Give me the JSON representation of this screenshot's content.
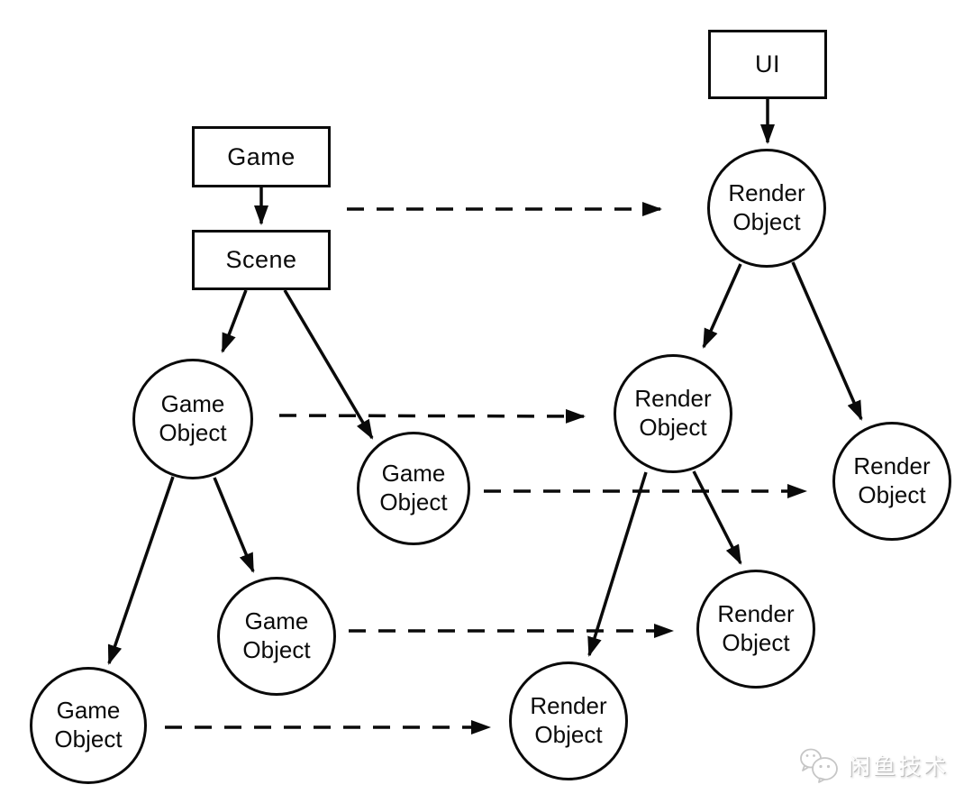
{
  "diagram": {
    "nodes": {
      "game": {
        "label": "Game",
        "shape": "rect"
      },
      "scene": {
        "label": "Scene",
        "shape": "rect"
      },
      "ui": {
        "label": "UI",
        "shape": "rect"
      },
      "game_object_1": {
        "label": "Game Object",
        "shape": "circle"
      },
      "game_object_2": {
        "label": "Game Object",
        "shape": "circle"
      },
      "game_object_3": {
        "label": "Game Object",
        "shape": "circle"
      },
      "game_object_4": {
        "label": "Game Object",
        "shape": "circle"
      },
      "render_object_root": {
        "label": "Render Object",
        "shape": "circle"
      },
      "render_object_1": {
        "label": "Render Object",
        "shape": "circle"
      },
      "render_object_2": {
        "label": "Render Object",
        "shape": "circle"
      },
      "render_object_3": {
        "label": "Render Object",
        "shape": "circle"
      },
      "render_object_4": {
        "label": "Render Object",
        "shape": "circle"
      }
    },
    "edges": [
      {
        "from": "game",
        "to": "scene",
        "style": "solid"
      },
      {
        "from": "scene",
        "to": "game_object_1",
        "style": "solid"
      },
      {
        "from": "scene",
        "to": "game_object_2",
        "style": "solid"
      },
      {
        "from": "game_object_1",
        "to": "game_object_3",
        "style": "solid"
      },
      {
        "from": "game_object_1",
        "to": "game_object_4",
        "style": "solid"
      },
      {
        "from": "ui",
        "to": "render_object_root",
        "style": "solid"
      },
      {
        "from": "render_object_root",
        "to": "render_object_1",
        "style": "solid"
      },
      {
        "from": "render_object_root",
        "to": "render_object_2",
        "style": "solid"
      },
      {
        "from": "render_object_1",
        "to": "render_object_3",
        "style": "solid"
      },
      {
        "from": "render_object_1",
        "to": "render_object_4",
        "style": "solid"
      },
      {
        "from": "game",
        "to": "render_object_root",
        "style": "dashed"
      },
      {
        "from": "game_object_1",
        "to": "render_object_1",
        "style": "dashed"
      },
      {
        "from": "game_object_2",
        "to": "render_object_2",
        "style": "dashed"
      },
      {
        "from": "game_object_4",
        "to": "render_object_4",
        "style": "dashed"
      },
      {
        "from": "game_object_3",
        "to": "render_object_3",
        "style": "dashed"
      }
    ],
    "colors": {
      "stroke": "#0a0a0a",
      "background": "#ffffff"
    }
  },
  "watermark": {
    "icon": "wechat-icon",
    "text": "闲鱼技术",
    "color": "#c6c6c6"
  }
}
